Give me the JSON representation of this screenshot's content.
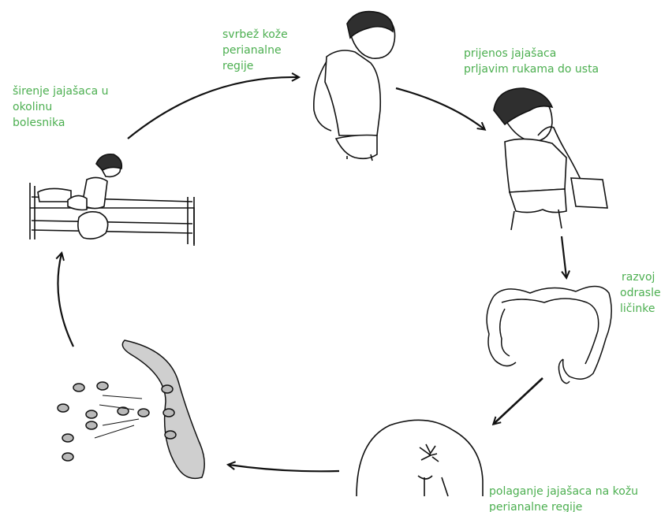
{
  "colors": {
    "label": "#4caf50",
    "line": "#111111",
    "worm_fill": "#cfcfcf",
    "egg_fill": "#b9b9b9"
  },
  "labels": {
    "itch": [
      "svrbež kože",
      "perianalne",
      "regije"
    ],
    "transfer": [
      "prijenos jajašaca",
      "prljavim rukama do usta"
    ],
    "development": [
      "razvoj",
      "odrasle",
      "ličinke"
    ],
    "laying": [
      "polaganje jajašaca na kožu",
      "perianalne regije"
    ],
    "spread": [
      "širenje jajašaca u",
      "okolinu",
      "bolesnika"
    ]
  },
  "icons": [
    "boy-scratching",
    "boy-hand-to-mouth",
    "intestine",
    "buttocks",
    "worm-with-eggs",
    "child-on-bed"
  ]
}
